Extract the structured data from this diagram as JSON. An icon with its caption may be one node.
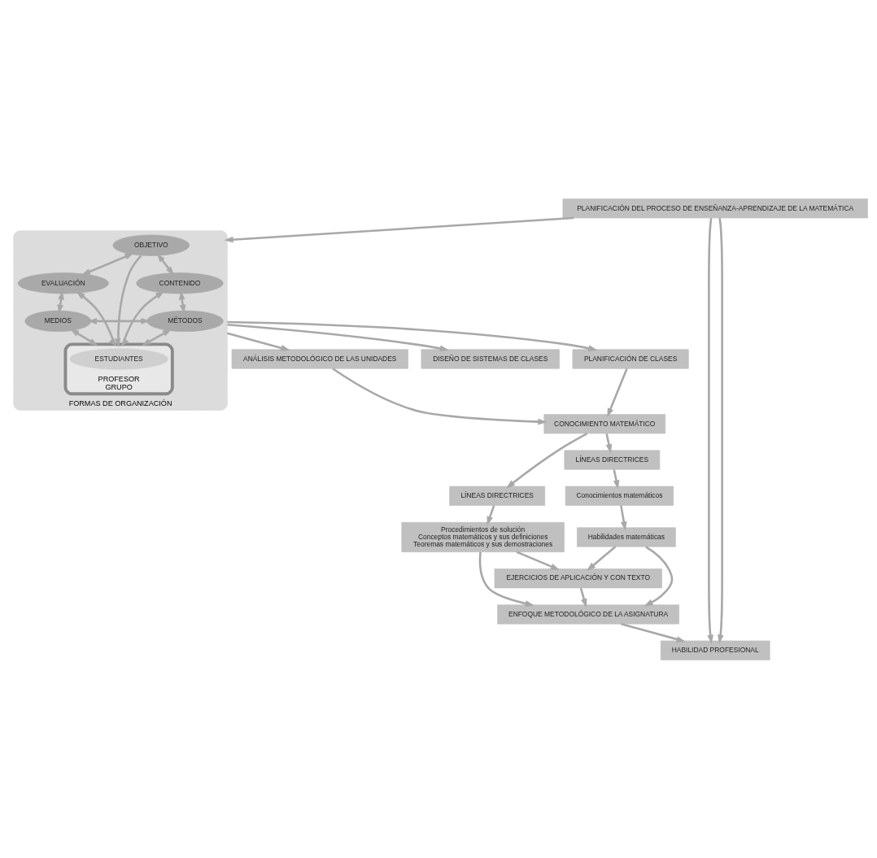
{
  "diagram": {
    "nodes": [
      {
        "text": [
          "PLANIFICACIÓN DEL PROCESO DE ENSEÑANZA-APRENDIZAJE DE LA MATEMÁTICA"
        ]
      },
      {
        "text": [
          "FORMAS DE ORGANIZACIÓN"
        ]
      },
      {
        "text": [
          "OBJETIVO"
        ],
        "in": 1
      },
      {
        "text": [
          "EVALUACIÓN"
        ],
        "in": 1
      },
      {
        "text": [
          "PROFESOR",
          "GRUPO"
        ],
        "in": 1
      },
      {
        "text": [
          "ESTUDIANTES"
        ],
        "in": 4
      },
      {
        "text": [
          "CONTENIDO"
        ],
        "in": 1
      },
      {
        "text": [
          "MEDIOS"
        ],
        "in": 1
      },
      {
        "text": [
          "MÉTODOS"
        ],
        "in": 1
      },
      {
        "text": [
          "ANÁLISIS METODOLÓGICO DE LAS UNIDADES"
        ]
      },
      {
        "text": [
          "DISEÑO DE SISTEMAS DE CLASES"
        ]
      },
      {
        "text": [
          "PLANIFICACIÓN DE CLASES"
        ]
      },
      {
        "text": [
          "CONOCIMIENTO MATEMÁTICO"
        ]
      },
      {
        "text": [
          "LÍNEAS DIRECTRICES"
        ]
      },
      {
        "text": [
          "Procedimientos de solución",
          "Conceptos matemáticos y sus definiciones",
          "Teoremas matemáticos y sus demostraciones"
        ]
      },
      {
        "text": [
          "LÍNEAS DIRECTRICES"
        ]
      },
      {
        "text": [
          "Conocimientos matemáticos"
        ]
      },
      {
        "text": [
          "Habilidades matemáticas"
        ]
      },
      {
        "text": [
          "EJERCICIOS DE APLICACIÓN Y CON TEXTO"
        ]
      },
      {
        "text": [
          "ENFOQUE METODOLÓGICO DE LA ASIGNATURA"
        ]
      },
      {
        "text": [
          "HABILIDAD PROFESIONAL"
        ]
      }
    ],
    "edges": [
      {
        "from": 0,
        "to": 1,
        "arrow": "to"
      },
      {
        "from": 2,
        "to": 3,
        "arrow": "both"
      },
      {
        "from": 2,
        "to": 6,
        "arrow": "both"
      },
      {
        "from": 2,
        "to": 4,
        "arrow": "to"
      },
      {
        "from": 3,
        "to": 4,
        "arrow": "both"
      },
      {
        "from": 6,
        "to": 4,
        "arrow": "both"
      },
      {
        "from": 3,
        "to": 7,
        "arrow": "both"
      },
      {
        "from": 6,
        "to": 8,
        "arrow": "both"
      },
      {
        "from": 7,
        "to": 4,
        "arrow": "both"
      },
      {
        "from": 8,
        "to": 4,
        "arrow": "both"
      },
      {
        "from": 7,
        "to": 8,
        "arrow": "both"
      },
      {
        "from": 1,
        "to": 9,
        "arrow": "to"
      },
      {
        "from": 1,
        "to": 10,
        "arrow": "to"
      },
      {
        "from": 1,
        "to": 11,
        "arrow": "to"
      },
      {
        "from": 9,
        "to": 12,
        "arrow": "to"
      },
      {
        "from": 11,
        "to": 12,
        "arrow": "to"
      },
      {
        "from": 12,
        "to": 13,
        "arrow": "to"
      },
      {
        "from": 12,
        "to": 15,
        "arrow": "to"
      },
      {
        "from": 13,
        "to": 14,
        "arrow": "to"
      },
      {
        "from": 15,
        "to": 16,
        "arrow": "to"
      },
      {
        "from": 16,
        "to": 17,
        "arrow": "to"
      },
      {
        "from": 14,
        "to": 18,
        "arrow": "to"
      },
      {
        "from": 14,
        "to": 19,
        "arrow": "to"
      },
      {
        "from": 17,
        "to": 18,
        "arrow": "to"
      },
      {
        "from": 17,
        "to": 19,
        "arrow": "to"
      },
      {
        "from": 18,
        "to": 19,
        "arrow": "to"
      },
      {
        "from": 19,
        "to": 20,
        "arrow": "to"
      },
      {
        "from": 0,
        "to": 20,
        "arrow": "to"
      },
      {
        "from": 0,
        "to": 20,
        "arrow": "to"
      }
    ]
  }
}
